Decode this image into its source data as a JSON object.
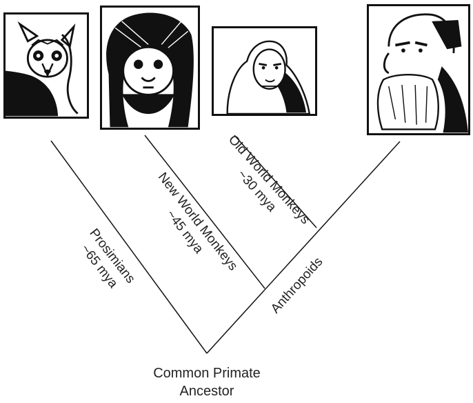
{
  "tree": {
    "root": {
      "line1": "Common Primate",
      "line2": "Ancestor"
    },
    "clades": {
      "prosimians": {
        "name": "Prosimians",
        "age": "~65 mya"
      },
      "new_world": {
        "name": "New World Monkeys",
        "age": "~45 mya"
      },
      "old_world": {
        "name": "Old World Monkeys",
        "age": "~30 mya"
      },
      "anthropoids": {
        "name": "Anthropoids"
      }
    }
  },
  "portraits": [
    {
      "subject": "lemur-sketch"
    },
    {
      "subject": "marmoset-sketch"
    },
    {
      "subject": "macaque-sketch"
    },
    {
      "subject": "bearded-man-sketch"
    }
  ],
  "colors": {
    "line": "#111111",
    "text": "#222222"
  }
}
